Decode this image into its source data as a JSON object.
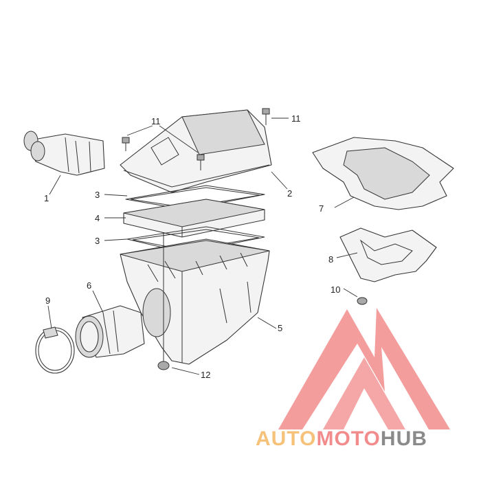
{
  "callouts": {
    "c1": "1",
    "c2": "2",
    "c3a": "3",
    "c3b": "3",
    "c4": "4",
    "c5": "5",
    "c6": "6",
    "c7": "7",
    "c8": "8",
    "c9": "9",
    "c10": "10",
    "c11a": "11",
    "c11b": "11",
    "c12": "12"
  },
  "watermark": {
    "part1": "AUTO",
    "part2": "MOTO",
    "part3": "HUB",
    "colors": {
      "auto": "#f6c27a",
      "moto": "#f28c8c",
      "hub": "#8a8a8a",
      "logo": "#f28c8c"
    }
  }
}
